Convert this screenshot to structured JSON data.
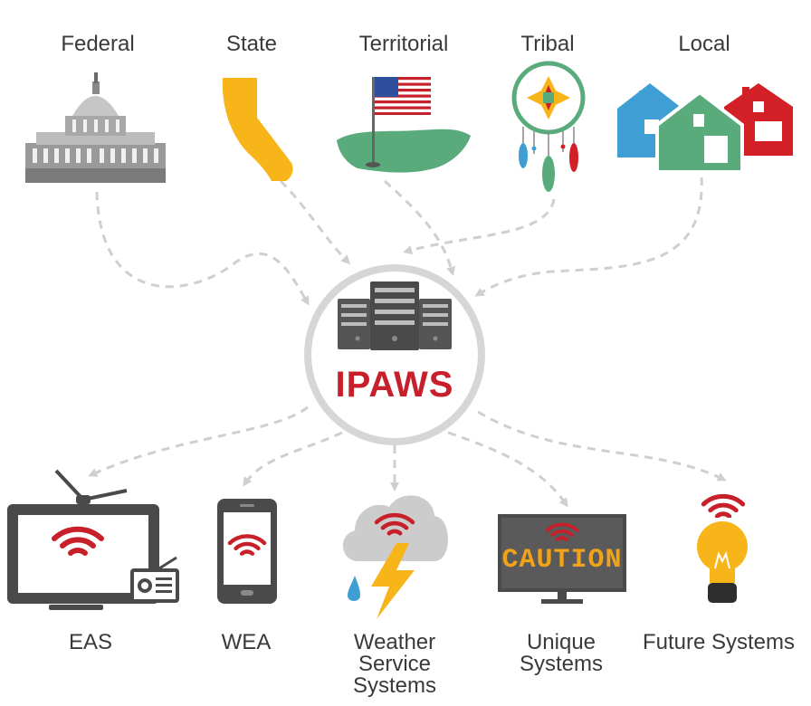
{
  "sources": [
    {
      "id": "federal",
      "label": "Federal",
      "icon": "capitol-building-icon"
    },
    {
      "id": "state",
      "label": "State",
      "icon": "california-map-icon"
    },
    {
      "id": "territorial",
      "label": "Territorial",
      "icon": "flag-territory-icon"
    },
    {
      "id": "tribal",
      "label": "Tribal",
      "icon": "dreamcatcher-icon"
    },
    {
      "id": "local",
      "label": "Local",
      "icon": "houses-icon"
    }
  ],
  "hub": {
    "label": "IPAWS",
    "icon": "server-rack-icon"
  },
  "outputs": [
    {
      "id": "eas",
      "label": "EAS",
      "icon": "tv-radio-icon"
    },
    {
      "id": "wea",
      "label": "WEA",
      "icon": "smartphone-icon"
    },
    {
      "id": "weather",
      "label_lines": [
        "Weather",
        "Service",
        "Systems"
      ],
      "icon": "storm-cloud-icon"
    },
    {
      "id": "unique",
      "label_lines": [
        "Unique",
        "Systems"
      ],
      "icon": "caution-sign-icon"
    },
    {
      "id": "future",
      "label": "Future Systems",
      "icon": "lightbulb-icon"
    }
  ],
  "sign_text": "CAUTION",
  "colors": {
    "signal_red": "#c8202a",
    "state_yellow": "#f7b519",
    "territory_green": "#5aab7c",
    "house_blue": "#3f9fd4",
    "house_green": "#5aab7c",
    "house_red": "#d32027",
    "device_dark": "#4a4a4a",
    "arrow_gray": "#cfcfcf",
    "hub_ring": "#d6d6d6",
    "sign_amber": "#f0a318"
  }
}
